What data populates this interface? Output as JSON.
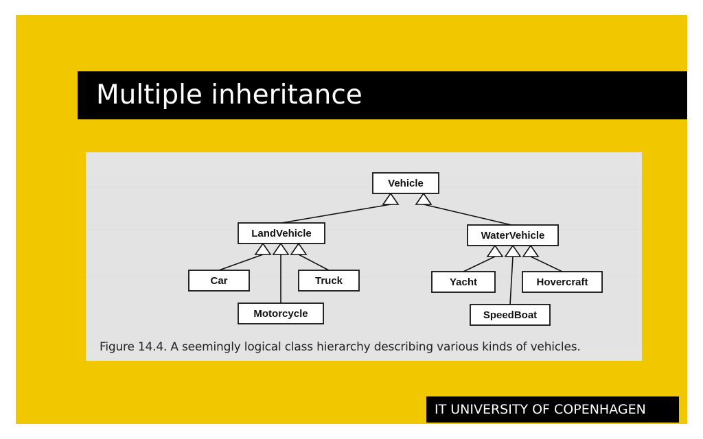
{
  "slide": {
    "title": "Multiple inheritance",
    "footer": "IT UNIVERSITY OF COPENHAGEN",
    "colors": {
      "background": "#f1c700",
      "bar": "#000000",
      "text": "#ffffff"
    }
  },
  "figure": {
    "caption": "Figure 14.4. A seemingly logical class hierarchy describing various kinds of vehicles.",
    "classes": [
      {
        "id": "vehicle",
        "label": "Vehicle"
      },
      {
        "id": "landvehicle",
        "label": "LandVehicle"
      },
      {
        "id": "watervehicle",
        "label": "WaterVehicle"
      },
      {
        "id": "car",
        "label": "Car"
      },
      {
        "id": "truck",
        "label": "Truck"
      },
      {
        "id": "motorcycle",
        "label": "Motorcycle"
      },
      {
        "id": "yacht",
        "label": "Yacht"
      },
      {
        "id": "hovercraft",
        "label": "Hovercraft"
      },
      {
        "id": "speedboat",
        "label": "SpeedBoat"
      }
    ],
    "inheritance": [
      {
        "child": "landvehicle",
        "parent": "vehicle"
      },
      {
        "child": "watervehicle",
        "parent": "vehicle"
      },
      {
        "child": "car",
        "parent": "landvehicle"
      },
      {
        "child": "truck",
        "parent": "landvehicle"
      },
      {
        "child": "motorcycle",
        "parent": "landvehicle"
      },
      {
        "child": "yacht",
        "parent": "watervehicle"
      },
      {
        "child": "hovercraft",
        "parent": "watervehicle"
      },
      {
        "child": "speedboat",
        "parent": "watervehicle"
      }
    ]
  }
}
